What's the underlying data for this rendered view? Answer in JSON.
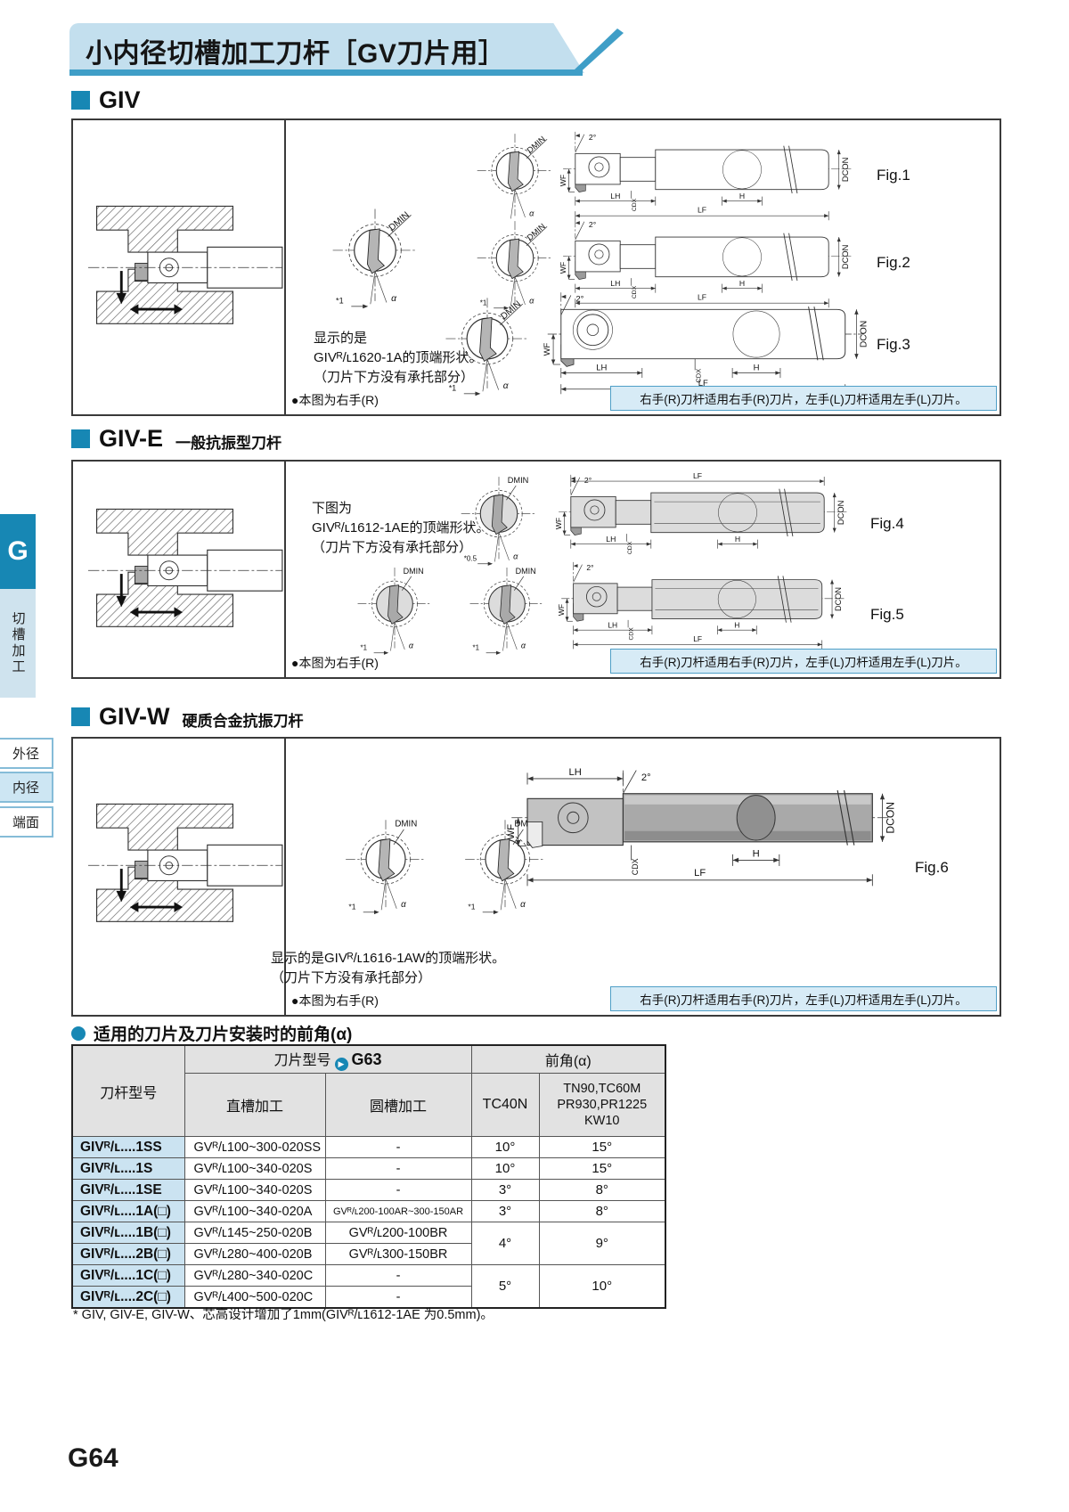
{
  "page": {
    "title": "小内径切槽加工刀杆［GV刀片用］",
    "page_number": "G64"
  },
  "sidebar": {
    "section_letter": "G",
    "category": "切槽加工",
    "tabs": [
      {
        "label": "外径",
        "active": false
      },
      {
        "label": "内径",
        "active": true
      },
      {
        "label": "端面",
        "active": false
      }
    ]
  },
  "sections": {
    "giv": {
      "title": "GIV",
      "subtitle": ""
    },
    "giv_e": {
      "title": "GIV-E",
      "subtitle": "一般抗振型刀杆"
    },
    "giv_w": {
      "title": "GIV-W",
      "subtitle": "硬质合金抗振刀杆"
    }
  },
  "notes": {
    "giv_line1": "显示的是",
    "giv_line2": "GIVᴿ/ʟ1620-1A的顶端形状。",
    "giv_line3": "（刀片下方没有承托部分）",
    "give_line1": "下图为",
    "give_line2": "GIVᴿ/ʟ1612-1AE的顶端形状。",
    "give_line3": "（刀片下方没有承托部分）",
    "givw_line1": "显示的是GIVᴿ/ʟ1616-1AW的顶端形状。",
    "givw_line2": "（刀片下方没有承托部分）",
    "hand": "●本图为右手(R)",
    "rule": "右手(R)刀杆适用右手(R)刀片，左手(L)刀杆适用左手(L)刀片。"
  },
  "labels": {
    "dmin": "DMIN",
    "wf": "WF",
    "lh": "LH",
    "cdx": "CDX",
    "h": "H",
    "lf": "LF",
    "dcon": "DCON",
    "deg2": "2°",
    "alpha": "α",
    "star1": "*1",
    "star05": "*0.5"
  },
  "figures": {
    "fig1": "Fig.1",
    "fig2": "Fig.2",
    "fig3": "Fig.3",
    "fig4": "Fig.4",
    "fig5": "Fig.5",
    "fig6": "Fig.6"
  },
  "icons": {
    "insert_ref": "▶"
  },
  "table": {
    "heading": "适用的刀片及刀片安装时的前角(α)",
    "col_toolholder": "刀杆型号",
    "col_insert_group": "刀片型号",
    "col_insert_ref": "G63",
    "col_rake_group": "前角(α)",
    "col_straight": "直槽加工",
    "col_round": "圆槽加工",
    "col_tc40n": "TC40N",
    "col_others": "TN90,TC60M\nPR930,PR1225\nKW10",
    "rows": [
      {
        "model": "GIVᴿ/ʟ....1SS",
        "straight": "GVᴿ/ʟ100~300-020SS",
        "round": "-",
        "tc40n": "10°",
        "others": "15°"
      },
      {
        "model": "GIVᴿ/ʟ....1S",
        "straight": "GVᴿ/ʟ100~340-020S",
        "round": "-",
        "tc40n": "10°",
        "others": "15°"
      },
      {
        "model": "GIVᴿ/ʟ....1SE",
        "straight": "GVᴿ/ʟ100~340-020S",
        "round": "-",
        "tc40n": "3°",
        "others": "8°"
      },
      {
        "model": "GIVᴿ/ʟ....1A(□)",
        "straight": "GVᴿ/ʟ100~340-020A",
        "round": "GVᴿ/ʟ200-100AR~300-150AR",
        "tc40n": "3°",
        "others": "8°"
      },
      {
        "model": "GIVᴿ/ʟ....1B(□)",
        "straight": "GVᴿ/ʟ145~250-020B",
        "round": "GVᴿ/ʟ200-100BR",
        "tc40n": "4°",
        "others": "9°",
        "span": 2
      },
      {
        "model": "GIVᴿ/ʟ....2B(□)",
        "straight": "GVᴿ/ʟ280~400-020B",
        "round": "GVᴿ/ʟ300-150BR"
      },
      {
        "model": "GIVᴿ/ʟ....1C(□)",
        "straight": "GVᴿ/ʟ280~340-020C",
        "round": "-",
        "tc40n": "5°",
        "others": "10°",
        "span": 2
      },
      {
        "model": "GIVᴿ/ʟ....2C(□)",
        "straight": "GVᴿ/ʟ400~500-020C",
        "round": "-"
      }
    ],
    "footnote": "* GIV, GIV-E, GIV-W、芯高设计增加了1mm(GIVᴿ/ʟ1612-1AE 为0.5mm)。"
  },
  "colors": {
    "accent": "#1787b4",
    "header_band": "#c3dfee",
    "band_underline": "#3f9ec7",
    "note_strip_bg": "#d7ebf6",
    "note_strip_border": "#4f9fc7",
    "model_col_bg": "#cbe3f1",
    "table_header_bg": "#e2e2e2",
    "give_shank_fill": "#dcdcdc",
    "givw_shank_fill": "#a9a9a9"
  }
}
